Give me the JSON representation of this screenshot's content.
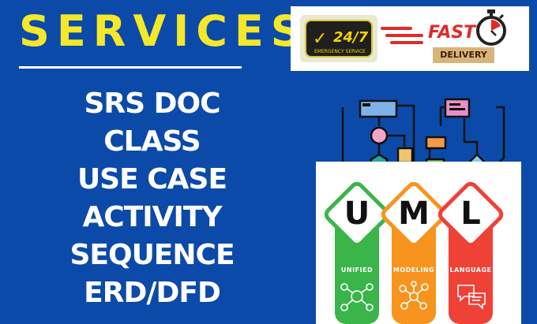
{
  "header": {
    "title": "SERVICES"
  },
  "services": [
    "SRS DOC",
    "CLASS",
    "USE CASE",
    "ACTIVITY",
    "SEQUENCE",
    "ERD/DFD"
  ],
  "badges": {
    "support_number": "24/7",
    "support_caption": "EMERGENCY SERVICE",
    "fast_label": "FAST",
    "delivery_label": "DELIVERY"
  },
  "uml": {
    "letters": [
      "U",
      "M",
      "L"
    ],
    "words": [
      "UNIFIED",
      "MODELING",
      "LANGUAGE"
    ],
    "colors": [
      "#39b54a",
      "#f7941d",
      "#ef4136"
    ]
  },
  "colors": {
    "background": "#0b4aa8",
    "title": "#f5e72a",
    "text": "#ffffff",
    "fast": "#e02a2a"
  }
}
